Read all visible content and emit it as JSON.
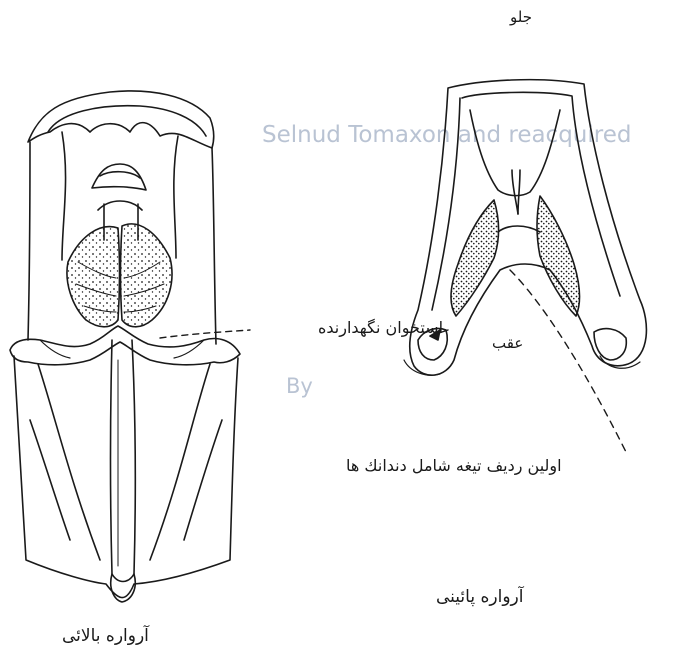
{
  "labels": {
    "front": "جلو",
    "back": "عقب",
    "holding_bone": "استخوان نگهدارنده",
    "first_tooth_row": "اولین ردیف تیغه شامل دندانك ها",
    "lower_jaw": "آرواره پائینی",
    "upper_jaw": "آرواره بالائی"
  },
  "bleed_through_text": {
    "line1": "Selnud Tomaxon and reacquired",
    "line2": "By"
  },
  "colors": {
    "ink": "#1a1a1a",
    "paper": "#ffffff",
    "bleed_through": "#b9c3d3"
  }
}
